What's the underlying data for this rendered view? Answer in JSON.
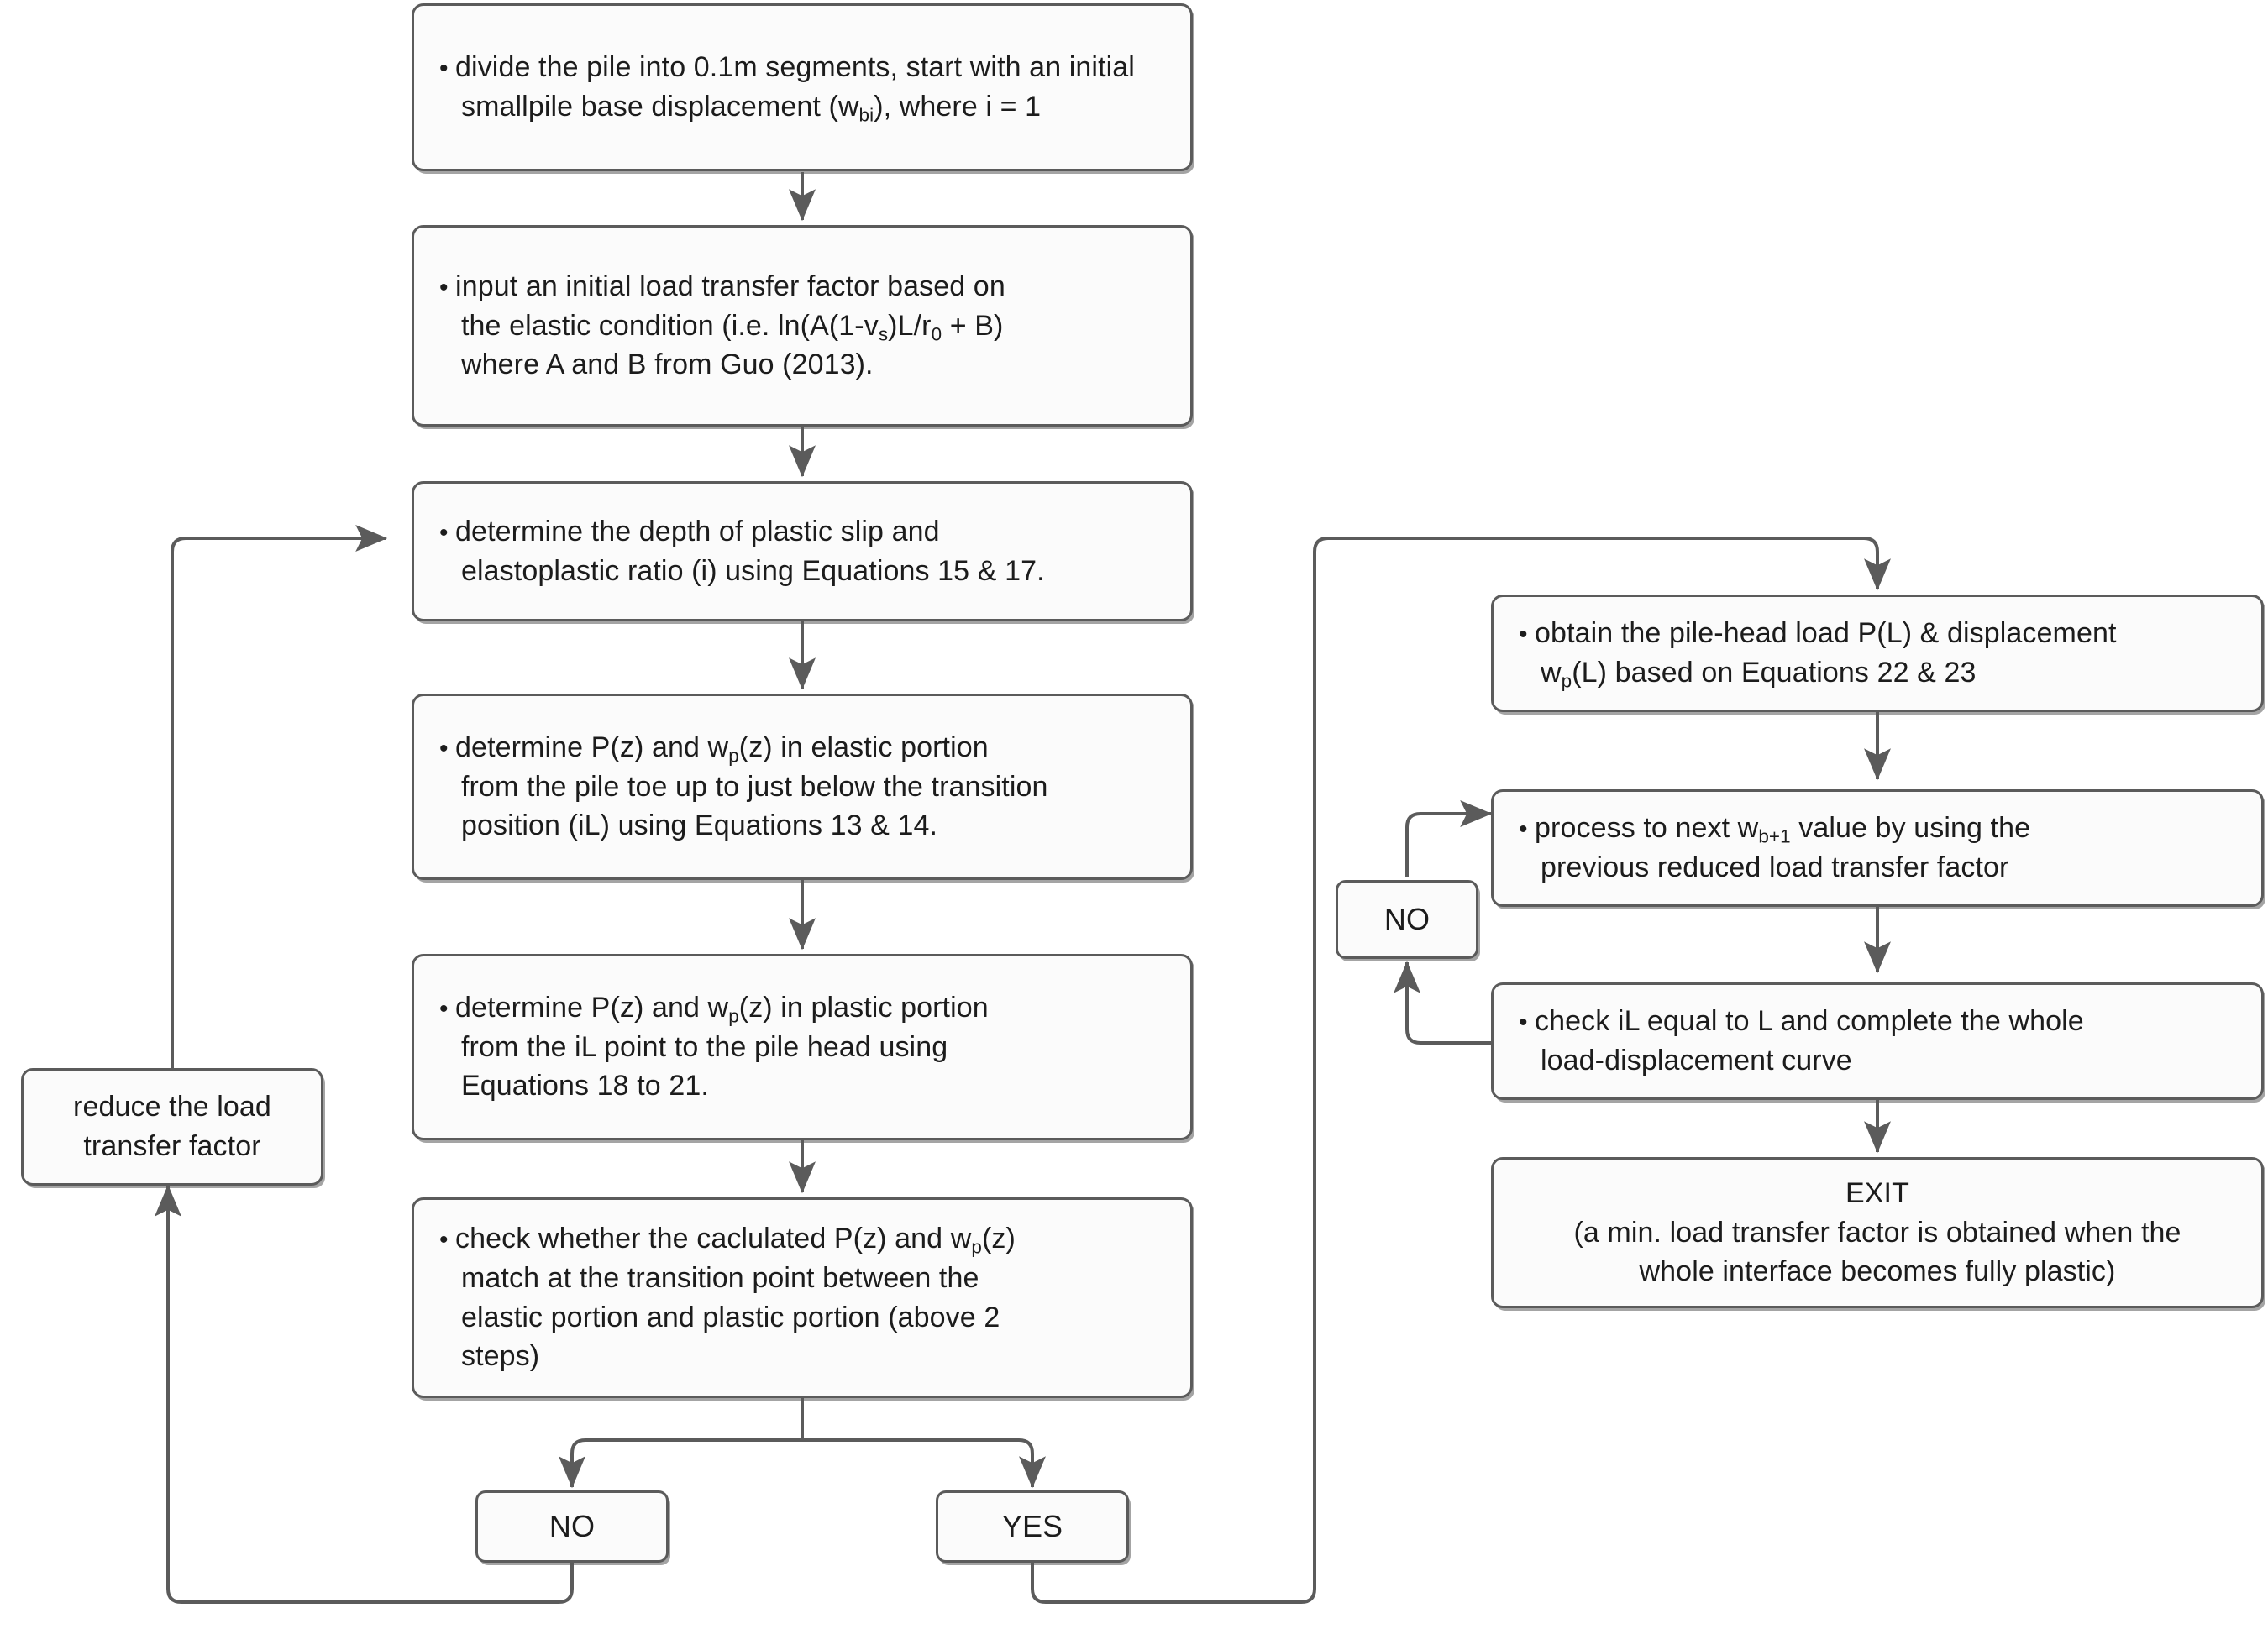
{
  "diagram": {
    "title": "Pile load-transfer iterative calculation flowchart",
    "theme": {
      "background": "#ffffff",
      "node_fill": "#fbfbfb",
      "node_border": "#5b5b5b",
      "text_color": "#1c1c1c",
      "connector_color": "#5b5b5b"
    }
  },
  "nodes": {
    "step1": {
      "style": "bullet",
      "text": "divide the pile into 0.1m segments, start with an initial smallpile base displacement (w",
      "sub1": "bi",
      "text2": "), where i = 1"
    },
    "step2": {
      "style": "bullet",
      "line1": "input an initial load transfer factor based on",
      "line2a": "the elastic condition (i.e. ln(A(1-v",
      "sub_s": "s",
      "line2b": ")L/r",
      "sub_0": "0",
      "line2c": " + B)",
      "line3": "where A and B from Guo (2013)."
    },
    "step3": {
      "style": "bullet",
      "line1": "determine the depth of plastic slip and",
      "line2": "elastoplastic ratio (i) using Equations 15 & 17."
    },
    "step4": {
      "style": "bullet",
      "line1a": "determine P(z) and w",
      "sub_p": "p",
      "line1b": "(z) in elastic portion",
      "line2": "from the pile toe up to just below the transition",
      "line3": "position (iL) using Equations 13 & 14."
    },
    "step5": {
      "style": "bullet",
      "line1a": "determine P(z) and w",
      "sub_p": "p",
      "line1b": "(z) in plastic portion",
      "line2": "from the iL point to the pile head using",
      "line3": "Equations 18 to 21."
    },
    "step6": {
      "style": "bullet",
      "line1a": "check whether the caclulated P(z) and w",
      "sub_p": "p",
      "line1b": "(z)",
      "line2": "match at the transition point between the",
      "line3": "elastic portion and plastic portion (above 2",
      "line4": "steps)"
    },
    "reduce": {
      "style": "center",
      "line1": "reduce the load",
      "line2": "transfer factor"
    },
    "decision_no": {
      "style": "pill",
      "label": "NO"
    },
    "decision_yes": {
      "style": "pill",
      "label": "YES"
    },
    "right_no": {
      "style": "pill",
      "label": "NO"
    },
    "step7": {
      "style": "bullet",
      "line1": "obtain the pile-head load P(L) & displacement",
      "line2a": "w",
      "sub_p": "p",
      "line2b": "(L) based on Equations 22 & 23"
    },
    "step8": {
      "style": "bullet",
      "line1a": "process to next w",
      "sub_b1": "b+1",
      "line1b": " value by using the",
      "line2": "previous reduced load transfer factor"
    },
    "step9": {
      "style": "bullet",
      "line1": "check iL equal to L and complete the whole",
      "line2": "load-displacement curve"
    },
    "exit": {
      "style": "center",
      "line1": "EXIT",
      "line2": "(a min. load transfer factor is obtained when the",
      "line3": "whole interface becomes fully plastic)"
    }
  },
  "edges": [
    {
      "name": "step1-to-step2",
      "from": "step1",
      "to": "step2",
      "kind": "arrow-down"
    },
    {
      "name": "step2-to-step3",
      "from": "step2",
      "to": "step3",
      "kind": "arrow-down"
    },
    {
      "name": "step3-to-step4",
      "from": "step3",
      "to": "step4",
      "kind": "arrow-down"
    },
    {
      "name": "step4-to-step5",
      "from": "step4",
      "to": "step5",
      "kind": "arrow-down"
    },
    {
      "name": "step5-to-step6",
      "from": "step5",
      "to": "step6",
      "kind": "arrow-down"
    },
    {
      "name": "step6-split-no",
      "from": "step6",
      "to": "decision_no",
      "kind": "arrow-down"
    },
    {
      "name": "step6-split-yes",
      "from": "step6",
      "to": "decision_yes",
      "kind": "arrow-down"
    },
    {
      "name": "no-to-reduce",
      "from": "decision_no",
      "to": "reduce",
      "kind": "loop-left-up"
    },
    {
      "name": "reduce-to-step3",
      "from": "reduce",
      "to": "step3",
      "kind": "loop-left-up"
    },
    {
      "name": "yes-to-step7",
      "from": "decision_yes",
      "to": "step7",
      "kind": "loop-right-up"
    },
    {
      "name": "step7-to-step8",
      "from": "step7",
      "to": "step8",
      "kind": "arrow-down"
    },
    {
      "name": "step8-to-step9",
      "from": "step8",
      "to": "step9",
      "kind": "arrow-down"
    },
    {
      "name": "step9-to-right-no",
      "from": "step9",
      "to": "right_no",
      "kind": "loop-left-up"
    },
    {
      "name": "right-no-to-step8",
      "from": "right_no",
      "to": "step8",
      "kind": "loop-left-up"
    },
    {
      "name": "step9-to-exit",
      "from": "step9",
      "to": "exit",
      "kind": "arrow-down"
    }
  ]
}
